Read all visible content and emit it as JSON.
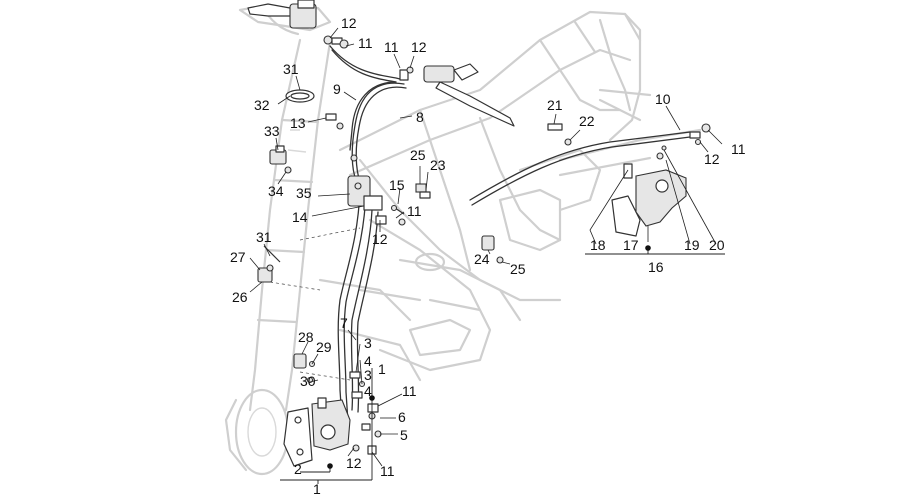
{
  "labels": [
    {
      "id": "l12a",
      "text": "12"
    },
    {
      "id": "l11a",
      "text": "11"
    },
    {
      "id": "l11b",
      "text": "11"
    },
    {
      "id": "l12b",
      "text": "12"
    },
    {
      "id": "l31a",
      "text": "31"
    },
    {
      "id": "l32",
      "text": "32"
    },
    {
      "id": "l9",
      "text": "9"
    },
    {
      "id": "l8",
      "text": "8"
    },
    {
      "id": "l13",
      "text": "13"
    },
    {
      "id": "l33",
      "text": "33"
    },
    {
      "id": "l34",
      "text": "34"
    },
    {
      "id": "l35",
      "text": "35"
    },
    {
      "id": "l14",
      "text": "14"
    },
    {
      "id": "l25a",
      "text": "25"
    },
    {
      "id": "l23",
      "text": "23"
    },
    {
      "id": "l15",
      "text": "15"
    },
    {
      "id": "l11c",
      "text": "11"
    },
    {
      "id": "l12c",
      "text": "12"
    },
    {
      "id": "l21",
      "text": "21"
    },
    {
      "id": "l22",
      "text": "22"
    },
    {
      "id": "l10",
      "text": "10"
    },
    {
      "id": "l11d",
      "text": "11"
    },
    {
      "id": "l12d",
      "text": "12"
    },
    {
      "id": "l18",
      "text": "18"
    },
    {
      "id": "l17",
      "text": "17"
    },
    {
      "id": "l19",
      "text": "19"
    },
    {
      "id": "l20",
      "text": "20"
    },
    {
      "id": "l16",
      "text": "16"
    },
    {
      "id": "l24",
      "text": "24"
    },
    {
      "id": "l25b",
      "text": "25"
    },
    {
      "id": "l31b",
      "text": "31"
    },
    {
      "id": "l27",
      "text": "27"
    },
    {
      "id": "l26",
      "text": "26"
    },
    {
      "id": "l7",
      "text": "7"
    },
    {
      "id": "l28",
      "text": "28"
    },
    {
      "id": "l29",
      "text": "29"
    },
    {
      "id": "l30",
      "text": "30"
    },
    {
      "id": "l3a",
      "text": "3"
    },
    {
      "id": "l4a",
      "text": "4"
    },
    {
      "id": "l3b",
      "text": "3"
    },
    {
      "id": "l4b",
      "text": "4"
    },
    {
      "id": "l1a",
      "text": "1"
    },
    {
      "id": "l11e",
      "text": "11"
    },
    {
      "id": "l6",
      "text": "6"
    },
    {
      "id": "l5",
      "text": "5"
    },
    {
      "id": "l2",
      "text": "2"
    },
    {
      "id": "l12e",
      "text": "12"
    },
    {
      "id": "l11f",
      "text": "11"
    },
    {
      "id": "l1b",
      "text": "1"
    }
  ]
}
